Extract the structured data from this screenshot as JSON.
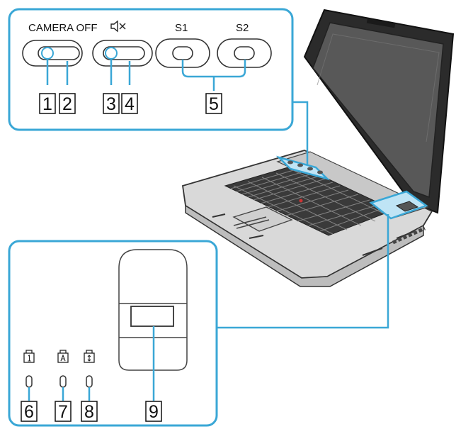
{
  "top_panel": {
    "camera_label": "CAMERA OFF",
    "mute_icon": "speaker-mute-icon",
    "s1_label": "S1",
    "s2_label": "S2"
  },
  "callouts": [
    "1",
    "2",
    "3",
    "4",
    "5",
    "6",
    "7",
    "8",
    "9"
  ],
  "indicator_icons": [
    "num-lock-icon",
    "caps-lock-icon",
    "scroll-lock-icon"
  ],
  "colors": {
    "accent": "#3aa7d6",
    "ink": "#333333"
  }
}
